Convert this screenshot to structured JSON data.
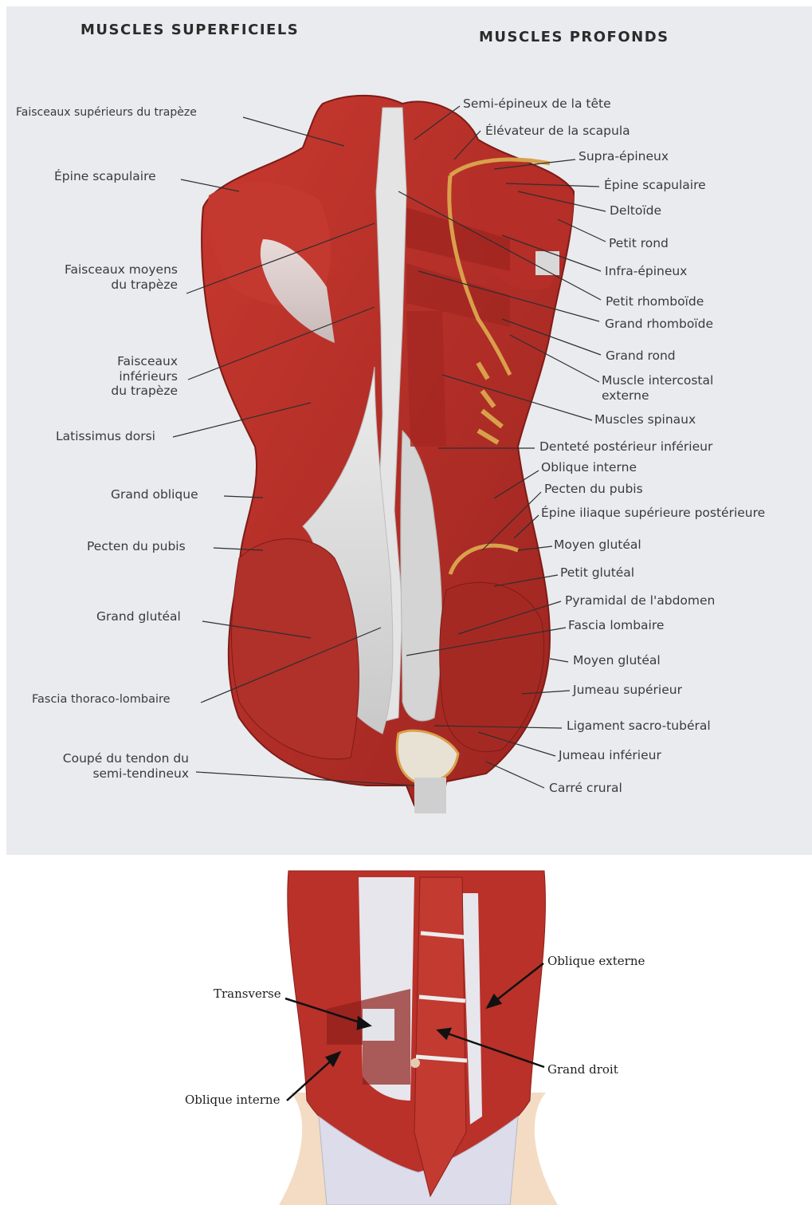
{
  "top": {
    "headers": {
      "superficial": "MUSCLES SUPERFICIELS",
      "deep": "MUSCLES PROFONDS"
    },
    "left_labels": [
      "Faisceaux supérieurs du trapèze",
      "Épine scapulaire",
      "Faisceaux moyens\ndu trapèze",
      "Faisceaux\ninférieurs\ndu trapèze",
      "Latissimus dorsi",
      "Grand oblique",
      "Pecten du pubis",
      "Grand glutéal",
      "Fascia thoraco-lombaire",
      "Coupé du tendon du\nsemi-tendineux"
    ],
    "right_labels": [
      "Semi-épineux de la tête",
      "Élévateur de la scapula",
      "Supra-épineux",
      "Épine scapulaire",
      "Deltoïde",
      "Petit rond",
      "Infra-épineux",
      "Petit rhomboïde",
      "Grand rhomboïde",
      "Grand rond",
      "Muscle intercostal\nexterne",
      "Muscles spinaux",
      "Denteté postérieur inférieur",
      "Oblique interne",
      "Pecten du pubis",
      "Épine iliaque supérieure postérieure",
      "Moyen glutéal",
      "Petit glutéal",
      "Pyramidal de l'abdomen",
      "Fascia lombaire",
      "Moyen glutéal",
      "Jumeau supérieur",
      "Ligament sacro-tubéral",
      "Jumeau inférieur",
      "Carré crural"
    ]
  },
  "bottom": {
    "labels": {
      "oblique_externe": "Oblique externe",
      "transverse": "Transverse",
      "grand_droit": "Grand droit",
      "oblique_interne": "Oblique interne"
    }
  },
  "colors": {
    "panel_bg": "#e9ebee",
    "muscle": "#b8302a",
    "muscle_dark": "#8e1f1b",
    "fascia": "#dadada",
    "tendon": "#d9a04b",
    "leader": "#2f2f2f"
  }
}
